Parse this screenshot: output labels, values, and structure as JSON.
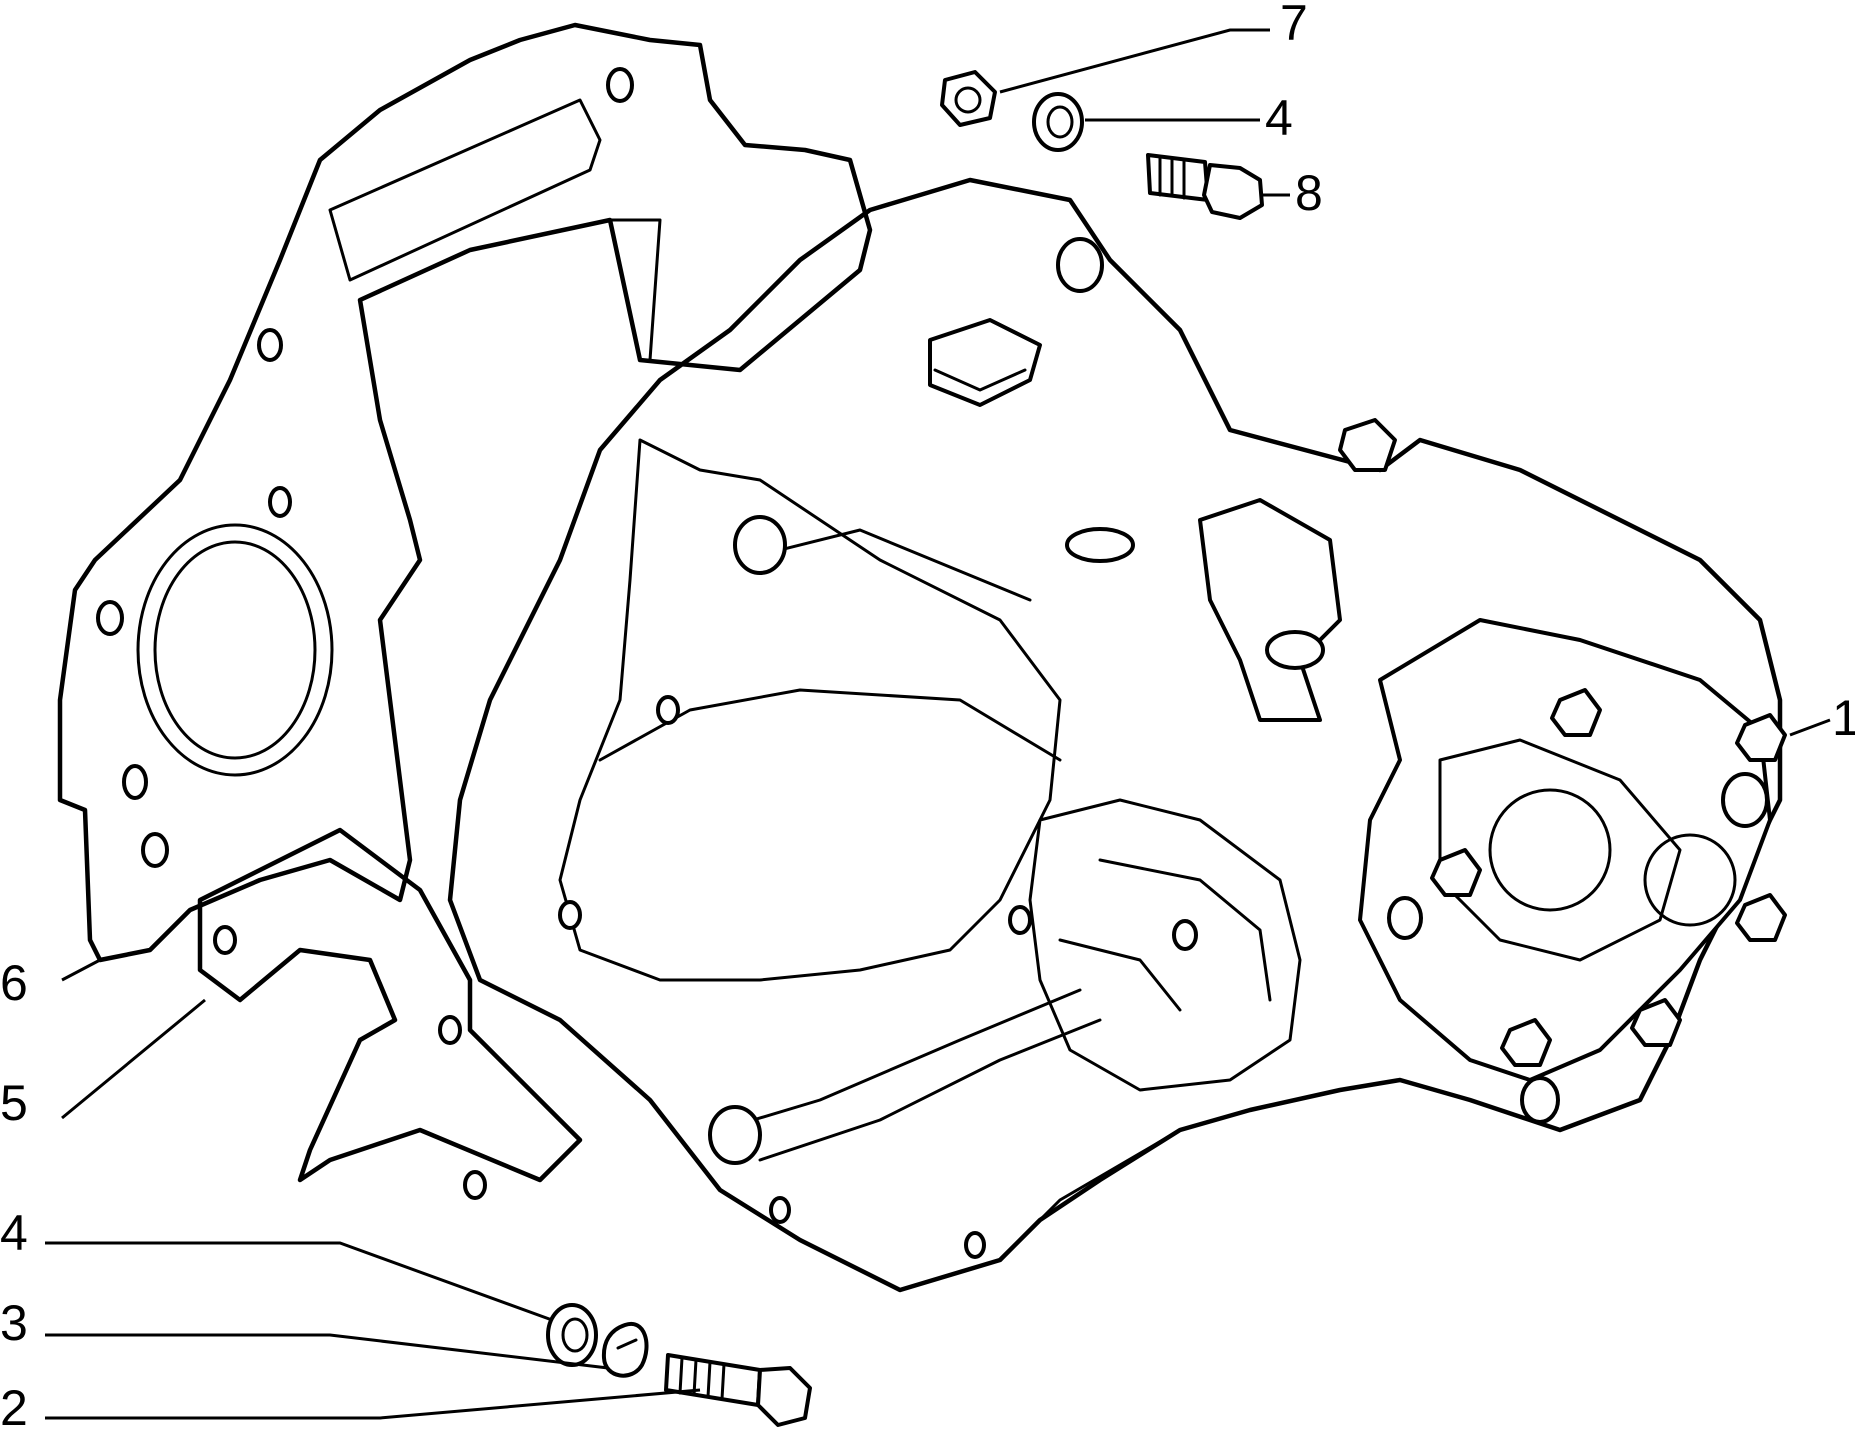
{
  "callouts": {
    "c1": "1",
    "c2": "2",
    "c3": "3",
    "c4_top": "4",
    "c4_bottom": "4",
    "c5": "5",
    "c6": "6",
    "c7": "7",
    "c8": "8"
  },
  "colors": {
    "line": "#000000",
    "background": "#ffffff"
  }
}
